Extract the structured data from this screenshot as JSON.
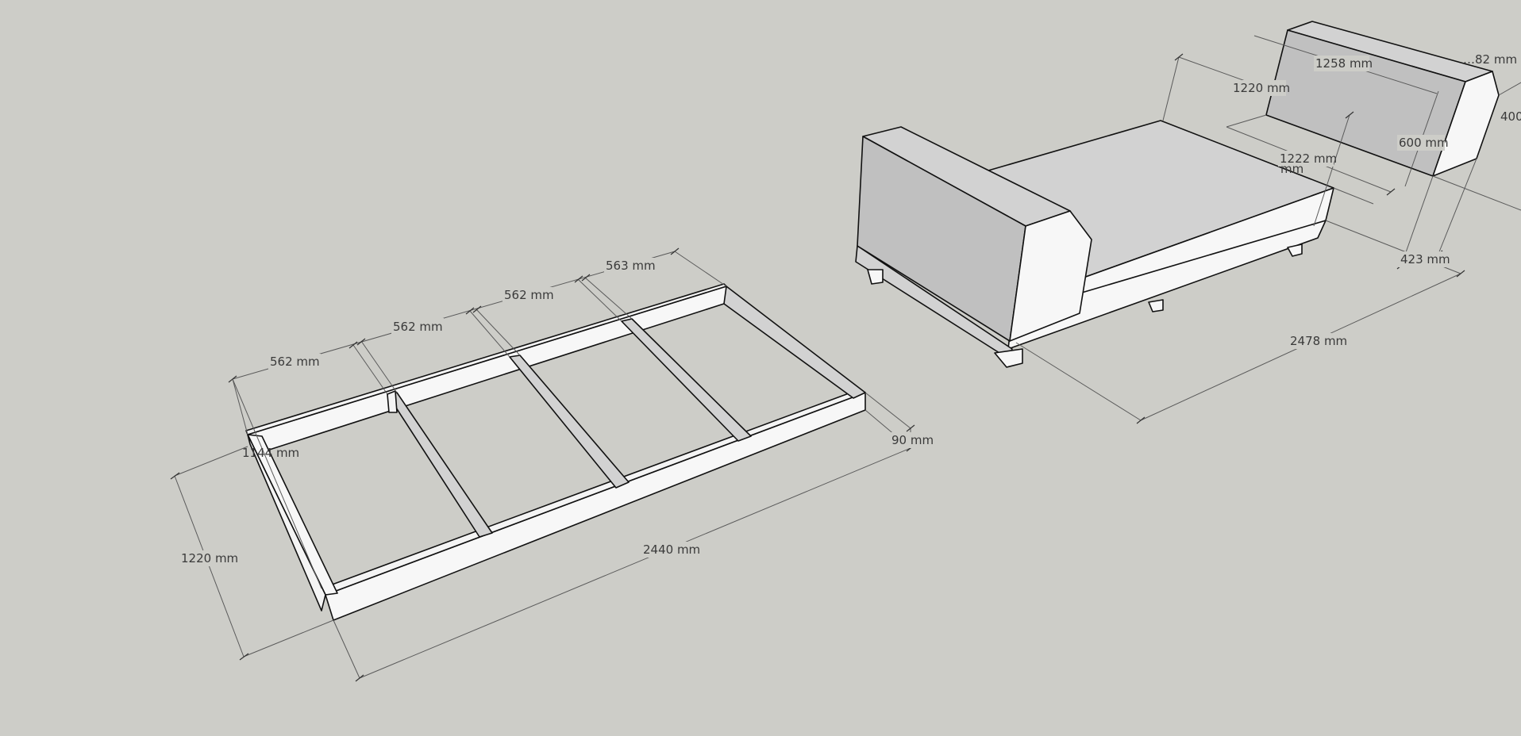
{
  "dimensions": {
    "frame": {
      "joist_spacing_1": "562 mm",
      "joist_spacing_2": "562 mm",
      "joist_spacing_3": "562 mm",
      "joist_spacing_4": "563 mm",
      "inner_width": "1144 mm",
      "outer_width": "1220 mm",
      "length": "2440 mm",
      "height": "90 mm"
    },
    "sofa": {
      "width": "1220 mm",
      "length": "2478 mm"
    },
    "backrest": {
      "length_top": "1258 mm",
      "length_top_partial": "…82 mm",
      "length_bottom": "1222 mm",
      "length_bottom_partial": "mm",
      "height": "600 mm",
      "depth": "400",
      "leg_height": "423 mm"
    }
  },
  "colors": {
    "background": "#cdcdc8",
    "edge": "#111111",
    "dimension_line": "#5a5a5a"
  }
}
